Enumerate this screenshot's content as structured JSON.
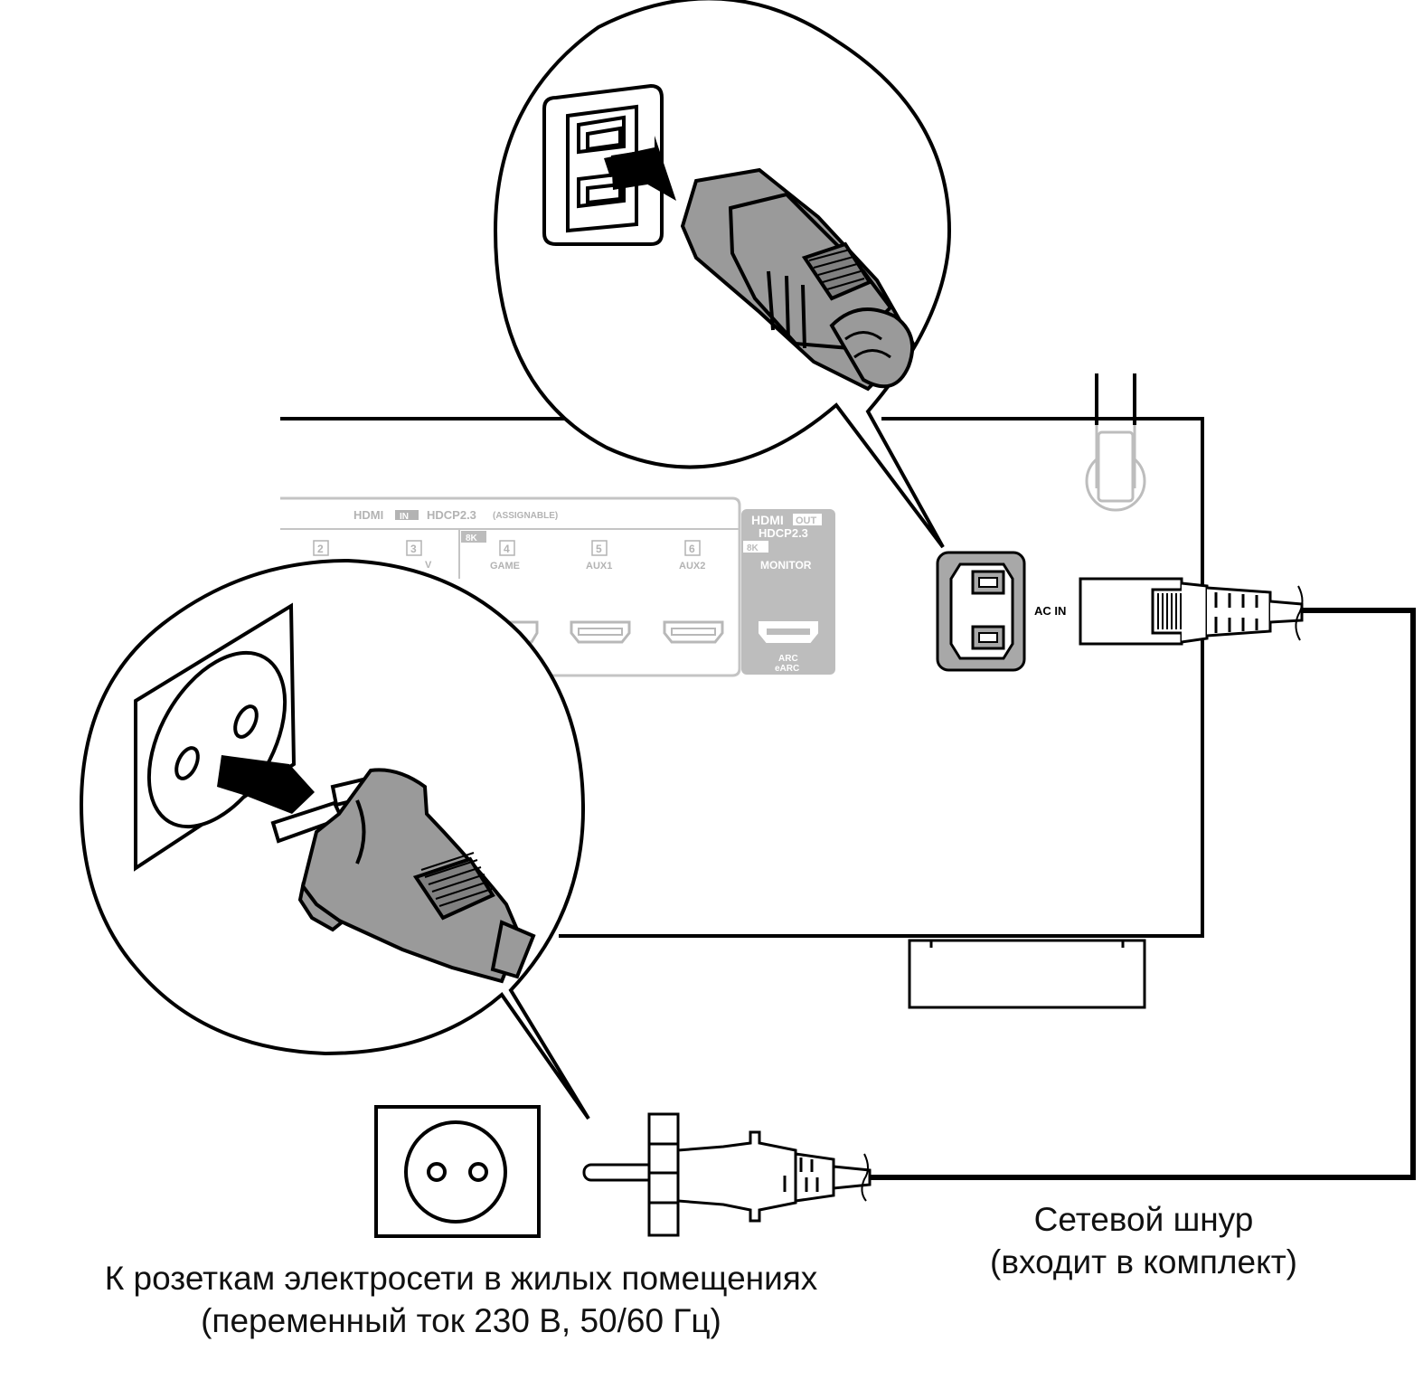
{
  "panel": {
    "hdmi_in_label": "HDMI",
    "in_badge": "IN",
    "hdcp_in": "HDCP2.3",
    "assignable": "(ASSIGNABLE)",
    "badge_8k": "8K",
    "port_2_num": "2",
    "port_3_num": "3",
    "port_3_partial": "V",
    "port_4_num": "4",
    "port_4_name": "GAME",
    "port_5_num": "5",
    "port_5_name": "AUX1",
    "port_6_num": "6",
    "port_6_name": "AUX2",
    "hdmi_out_label": "HDMI",
    "out_badge": "OUT",
    "hdcp_out": "HDCP2.3",
    "out_8k": "8K",
    "monitor": "MONITOR",
    "arc": "ARC",
    "earc": "eARC",
    "ac_in": "AC IN"
  },
  "captions": {
    "outlet_line1": "К розеткам электросети в жилых помещениях",
    "outlet_line2": "(переменный ток 230 В, 50/60 Гц)",
    "cord_line1": "Сетевой шнур",
    "cord_line2": "(входит в комплект)"
  },
  "colors": {
    "line": "#000000",
    "panel_gray": "#bcbcbc",
    "plug_fill": "#9a9a9a",
    "inlet_fill": "#a8a8a8"
  }
}
